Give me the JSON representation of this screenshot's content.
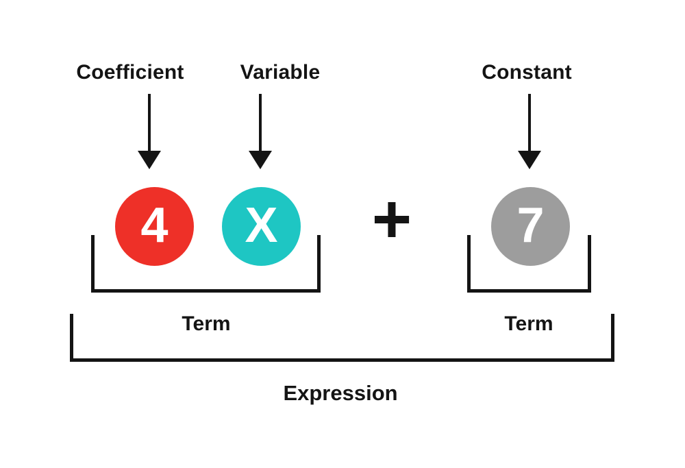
{
  "colors": {
    "coefficient_red": "#EE3028",
    "variable_teal": "#1EC6C3",
    "constant_gray": "#9D9D9D",
    "ink": "#141414"
  },
  "pointer_labels": {
    "coefficient": "Coefficient",
    "variable": "Variable",
    "constant": "Constant"
  },
  "expression": {
    "coefficient": "4",
    "variable": "X",
    "operator": "+",
    "constant": "7"
  },
  "group_labels": {
    "term_left": "Term",
    "term_right": "Term",
    "expression": "Expression"
  }
}
